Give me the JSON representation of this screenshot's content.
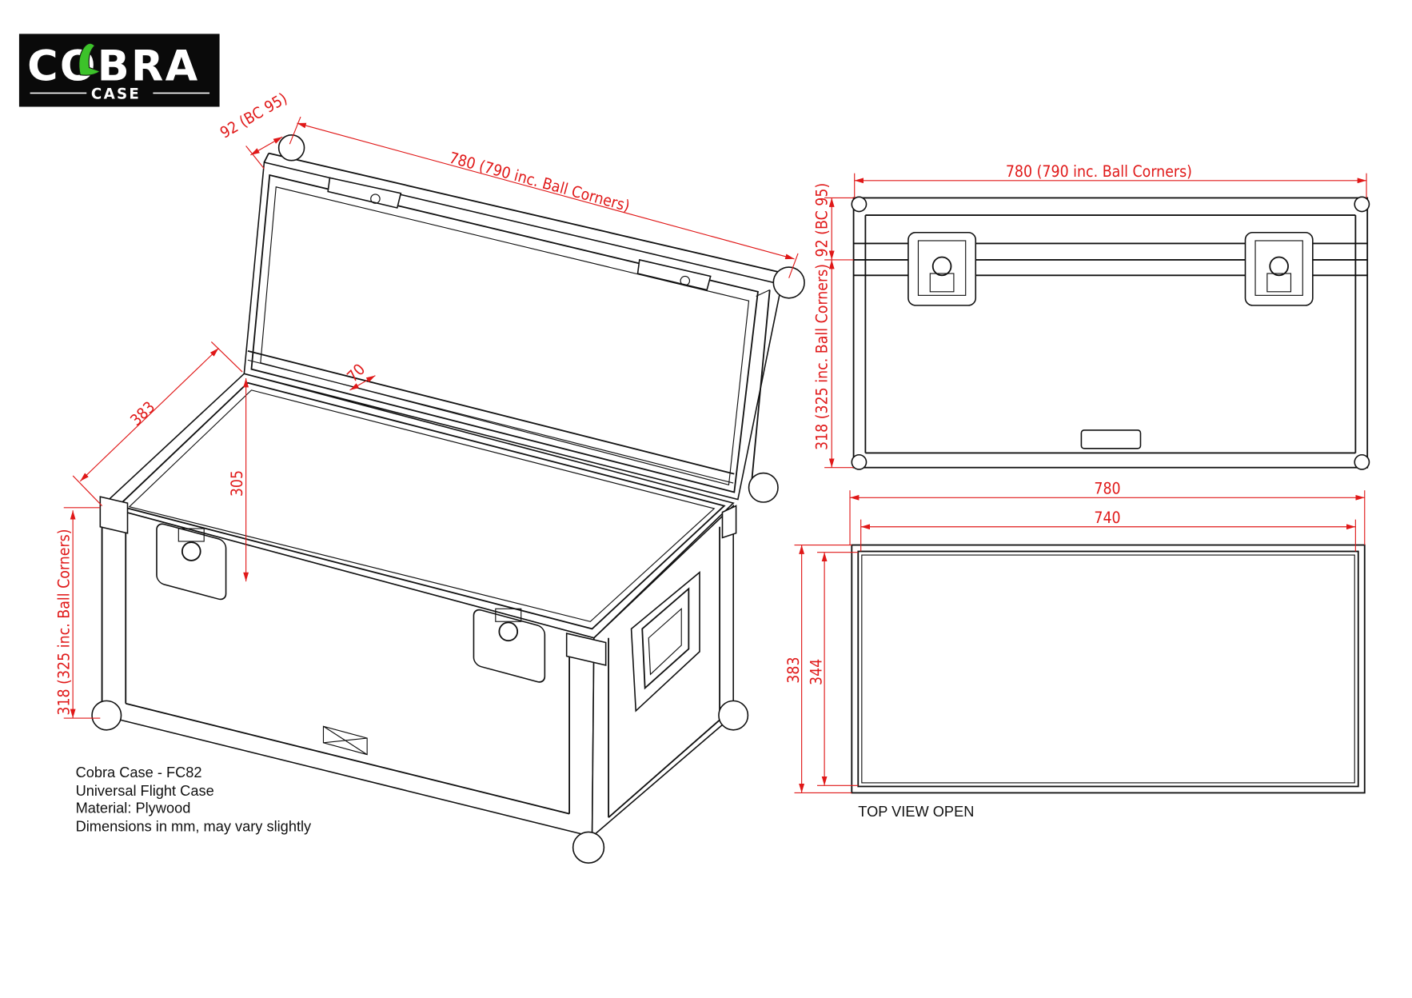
{
  "logo": {
    "brand": "COBRA",
    "sub": "CASE"
  },
  "colors": {
    "dimension": "#e01818",
    "line": "#111111",
    "logo_bg": "#0a0a0a",
    "logo_accent": "#3cc22a"
  },
  "perspective_view": {
    "lid_depth": "92 (BC 95)",
    "length": "780 (790 inc. Ball Corners)",
    "depth": "383",
    "inner_height": "305",
    "lid_inner": "70",
    "height": "318 (325 inc. Ball Corners)"
  },
  "side_view": {
    "length": "780 (790 inc. Ball Corners)",
    "lid_height": "92 (BC 95)",
    "body_height": "318 (325 inc. Ball Corners)"
  },
  "top_view_open": {
    "outer_length": "780",
    "inner_length": "740",
    "outer_depth": "383",
    "inner_depth": "344",
    "label": "TOP VIEW OPEN"
  },
  "notes": [
    "Cobra Case - FC82",
    "Universal Flight Case",
    "Material: Plywood",
    "Dimensions in mm, may vary slightly"
  ]
}
